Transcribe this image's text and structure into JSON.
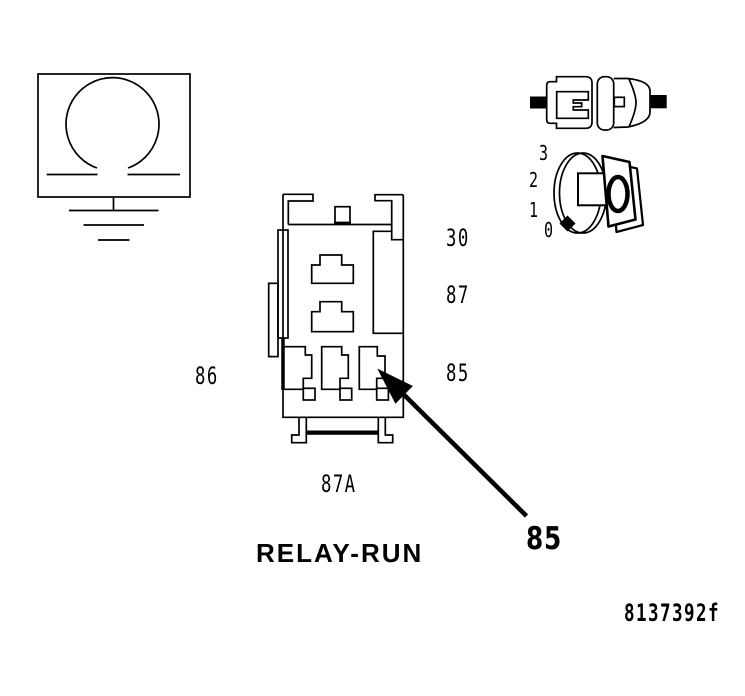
{
  "diagram": {
    "background": "#ffffff",
    "line_color": "#000000",
    "relay": {
      "title": "RELAY-RUN",
      "pins": {
        "pin30": "30",
        "pin87": "87",
        "pin85": "85",
        "pin86": "86",
        "pin87a": "87A"
      }
    },
    "callout": {
      "label": "85"
    },
    "ignition": {
      "positions": [
        "3",
        "2",
        "1",
        "0"
      ]
    },
    "figure_code": "8137392f",
    "icons": {
      "ohmmeter": "ohmmeter-symbol",
      "ground": "ground-icon",
      "connector": "inline-connector-icon",
      "ignition_switch": "ignition-switch-icon",
      "relay_socket": "relay-socket-diagram",
      "arrow": "callout-arrow-icon"
    }
  }
}
